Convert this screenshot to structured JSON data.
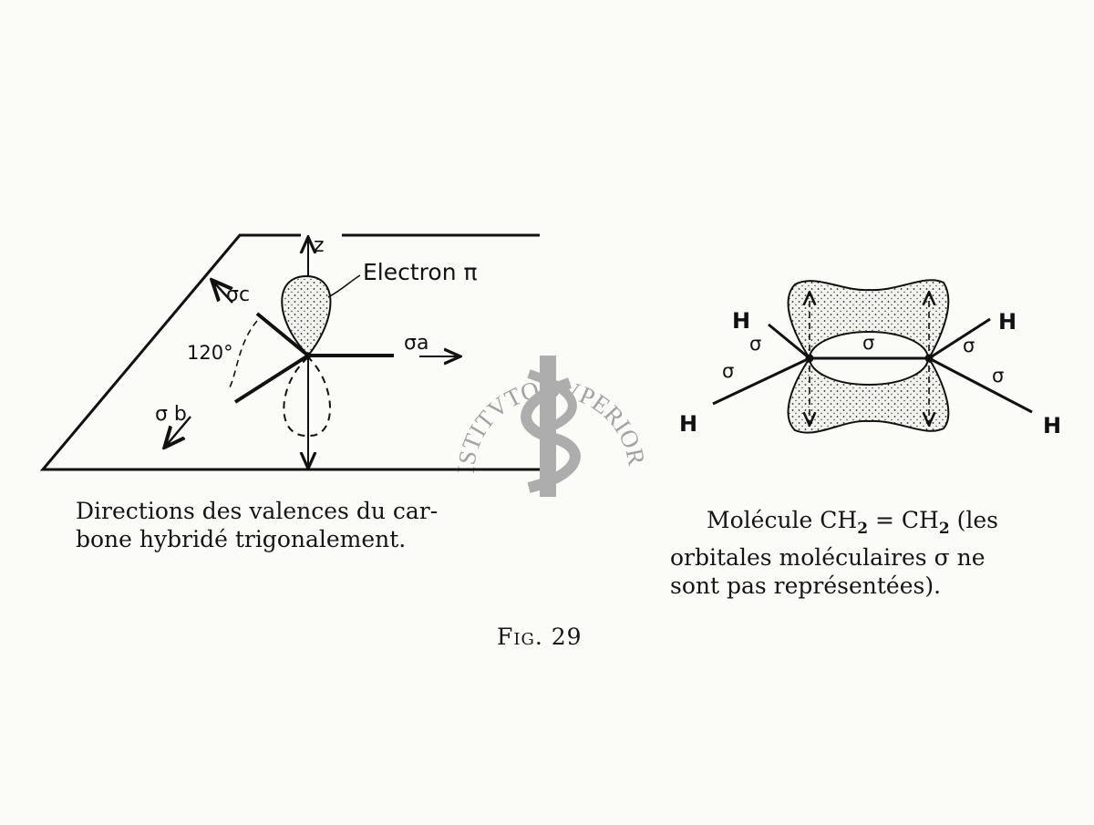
{
  "left_figure": {
    "axis_z": "z",
    "electron_label": "Electron π",
    "sigma_a": "σa",
    "sigma_b": "σ b",
    "sigma_c": "σc",
    "angle": "120°",
    "caption_lines": [
      "Directions des valences du car-",
      "bone hybridé trigonalement."
    ]
  },
  "right_figure": {
    "hydrogen": "H",
    "sigma": "σ",
    "caption_line1_prefix": "Molécule CH",
    "caption_line1_sub": "2",
    "caption_line1_mid": " = CH",
    "caption_line1_sub2": "2",
    "caption_line1_suffix": " (les",
    "caption_line2": "orbitales moléculaires σ ne",
    "caption_line3": "sont pas représentées)."
  },
  "figure_label": "Fig. 29",
  "watermark": "ISTITVTO SVPERIORE DI SANITA"
}
